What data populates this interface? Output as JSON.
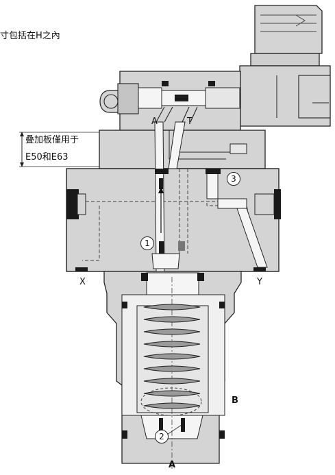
{
  "top_note": "寸包括在H之內",
  "plate_note_line1": "叠加板僅用于",
  "plate_note_line2": "E50和E63",
  "ports": {
    "a_small": "A",
    "t_small": "T",
    "x": "X",
    "y": "Y",
    "b": "B",
    "a_bottom": "A"
  },
  "callouts": [
    "1",
    "2",
    "3"
  ],
  "colors": {
    "body_fill": "#d4d4d4",
    "line": "#222222",
    "passage": "#f5f5f5",
    "dark": "#1a1a1a"
  },
  "icons": [
    "solenoid-connector-icon",
    "spring-icon",
    "flow-arrow-icon"
  ]
}
